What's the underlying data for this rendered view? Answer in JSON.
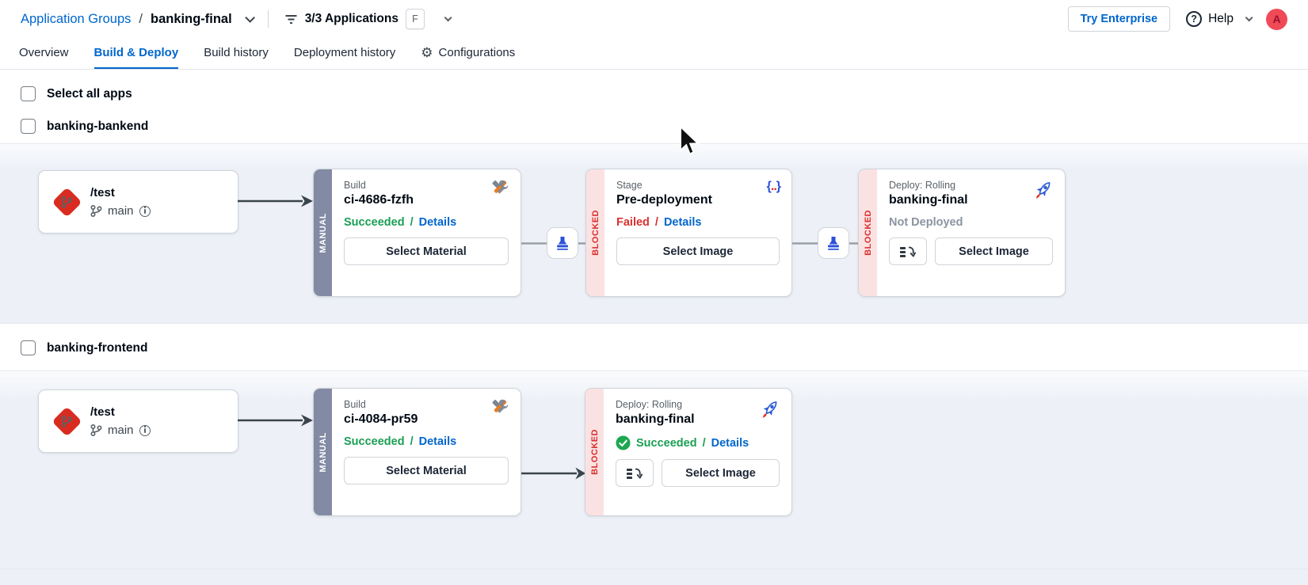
{
  "ui": {
    "slash": "/"
  },
  "header": {
    "breadcrumb_root": "Application Groups",
    "breadcrumb_current": "banking-final",
    "filter_label": "3/3 Applications",
    "filter_key": "F",
    "try_enterprise": "Try Enterprise",
    "help": "Help",
    "help_glyph": "?",
    "avatar_letter": "A"
  },
  "tabs": {
    "overview": "Overview",
    "build_deploy": "Build & Deploy",
    "build_history": "Build history",
    "deployment_history": "Deployment history",
    "configurations": "Configurations",
    "gear_glyph": "⚙"
  },
  "select_all": "Select all apps",
  "apps": [
    {
      "name": "banking-bankend",
      "source": {
        "path": "/test",
        "branch": "main"
      },
      "build": {
        "label": "Build",
        "name": "ci-4686-fzfh",
        "trigger": "MANUAL",
        "status": "Succeeded",
        "details": "Details",
        "action": "Select Material"
      },
      "stage": {
        "label": "Stage",
        "name": "Pre-deployment",
        "trigger": "BLOCKED",
        "status": "Failed",
        "details": "Details",
        "action": "Select Image"
      },
      "deploy": {
        "label": "Deploy: Rolling",
        "name": "banking-final",
        "trigger": "BLOCKED",
        "status": "Not Deployed",
        "action": "Select Image"
      }
    },
    {
      "name": "banking-frontend",
      "source": {
        "path": "/test",
        "branch": "main"
      },
      "build": {
        "label": "Build",
        "name": "ci-4084-pr59",
        "trigger": "MANUAL",
        "status": "Succeeded",
        "details": "Details",
        "action": "Select Material"
      },
      "deploy": {
        "label": "Deploy: Rolling",
        "name": "banking-final",
        "trigger": "BLOCKED",
        "status": "Succeeded",
        "details": "Details",
        "action": "Select Image"
      }
    }
  ],
  "colors": {
    "accent": "#0066cc",
    "success": "#1a9e53",
    "error": "#d9302e",
    "manual_strip": "#828aa4",
    "blocked_strip_bg": "#fbe2e2",
    "panel_bg": "#edf1f7"
  }
}
